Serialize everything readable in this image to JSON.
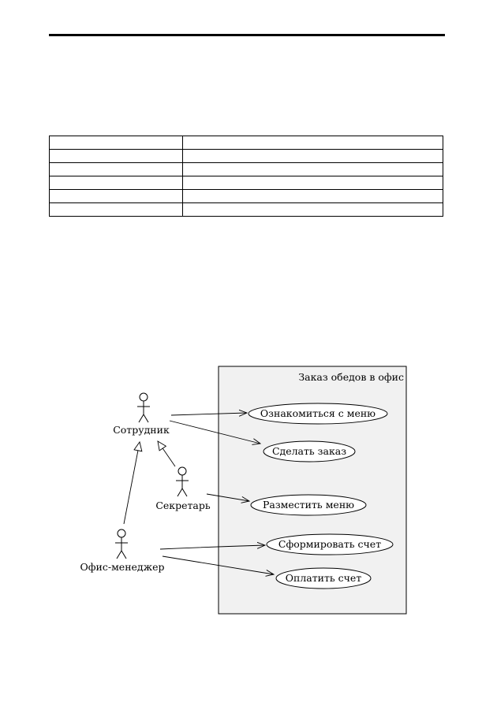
{
  "diagram": {
    "boundary_title": "Заказ обедов в офис",
    "actors": {
      "employee": "Сотрудник",
      "secretary": "Секретарь",
      "office_manager": "Офис-менеджер"
    },
    "use_cases": {
      "view_menu": "Ознакомиться с меню",
      "place_order": "Сделать заказ",
      "post_menu": "Разместить меню",
      "create_invoice": "Сформировать счет",
      "pay_invoice": "Оплатить счет"
    }
  }
}
